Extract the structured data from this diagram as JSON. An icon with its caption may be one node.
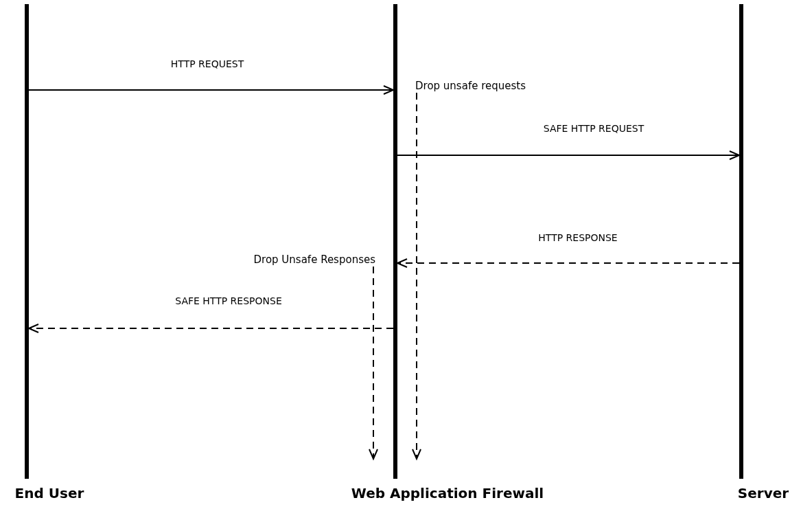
{
  "diagram": {
    "nodes": [
      {
        "text": [
          "End User"
        ]
      },
      {
        "text": [
          "Web Application Firewall"
        ]
      },
      {
        "text": [
          "Server"
        ]
      },
      {
        "text": [
          "Drop unsafe requests"
        ]
      },
      {
        "text": [
          "Drop Unsafe Responses"
        ]
      }
    ],
    "edges": [
      {
        "from": 0,
        "to": 1,
        "arrow": "to",
        "label": "HTTP REQUEST"
      },
      {
        "from": 1,
        "to": 2,
        "arrow": "to",
        "label": "SAFE HTTP REQUEST"
      },
      {
        "from": 2,
        "to": 1,
        "arrow": "to",
        "label": "HTTP RESPONSE",
        "style": "dashed"
      },
      {
        "from": 1,
        "to": 0,
        "arrow": "to",
        "label": "SAFE HTTP RESPONSE",
        "style": "dashed"
      },
      {
        "from": 3,
        "to": 1,
        "arrow": "to",
        "style": "dashed"
      },
      {
        "from": 4,
        "to": 1,
        "arrow": "to",
        "style": "dashed"
      }
    ]
  }
}
